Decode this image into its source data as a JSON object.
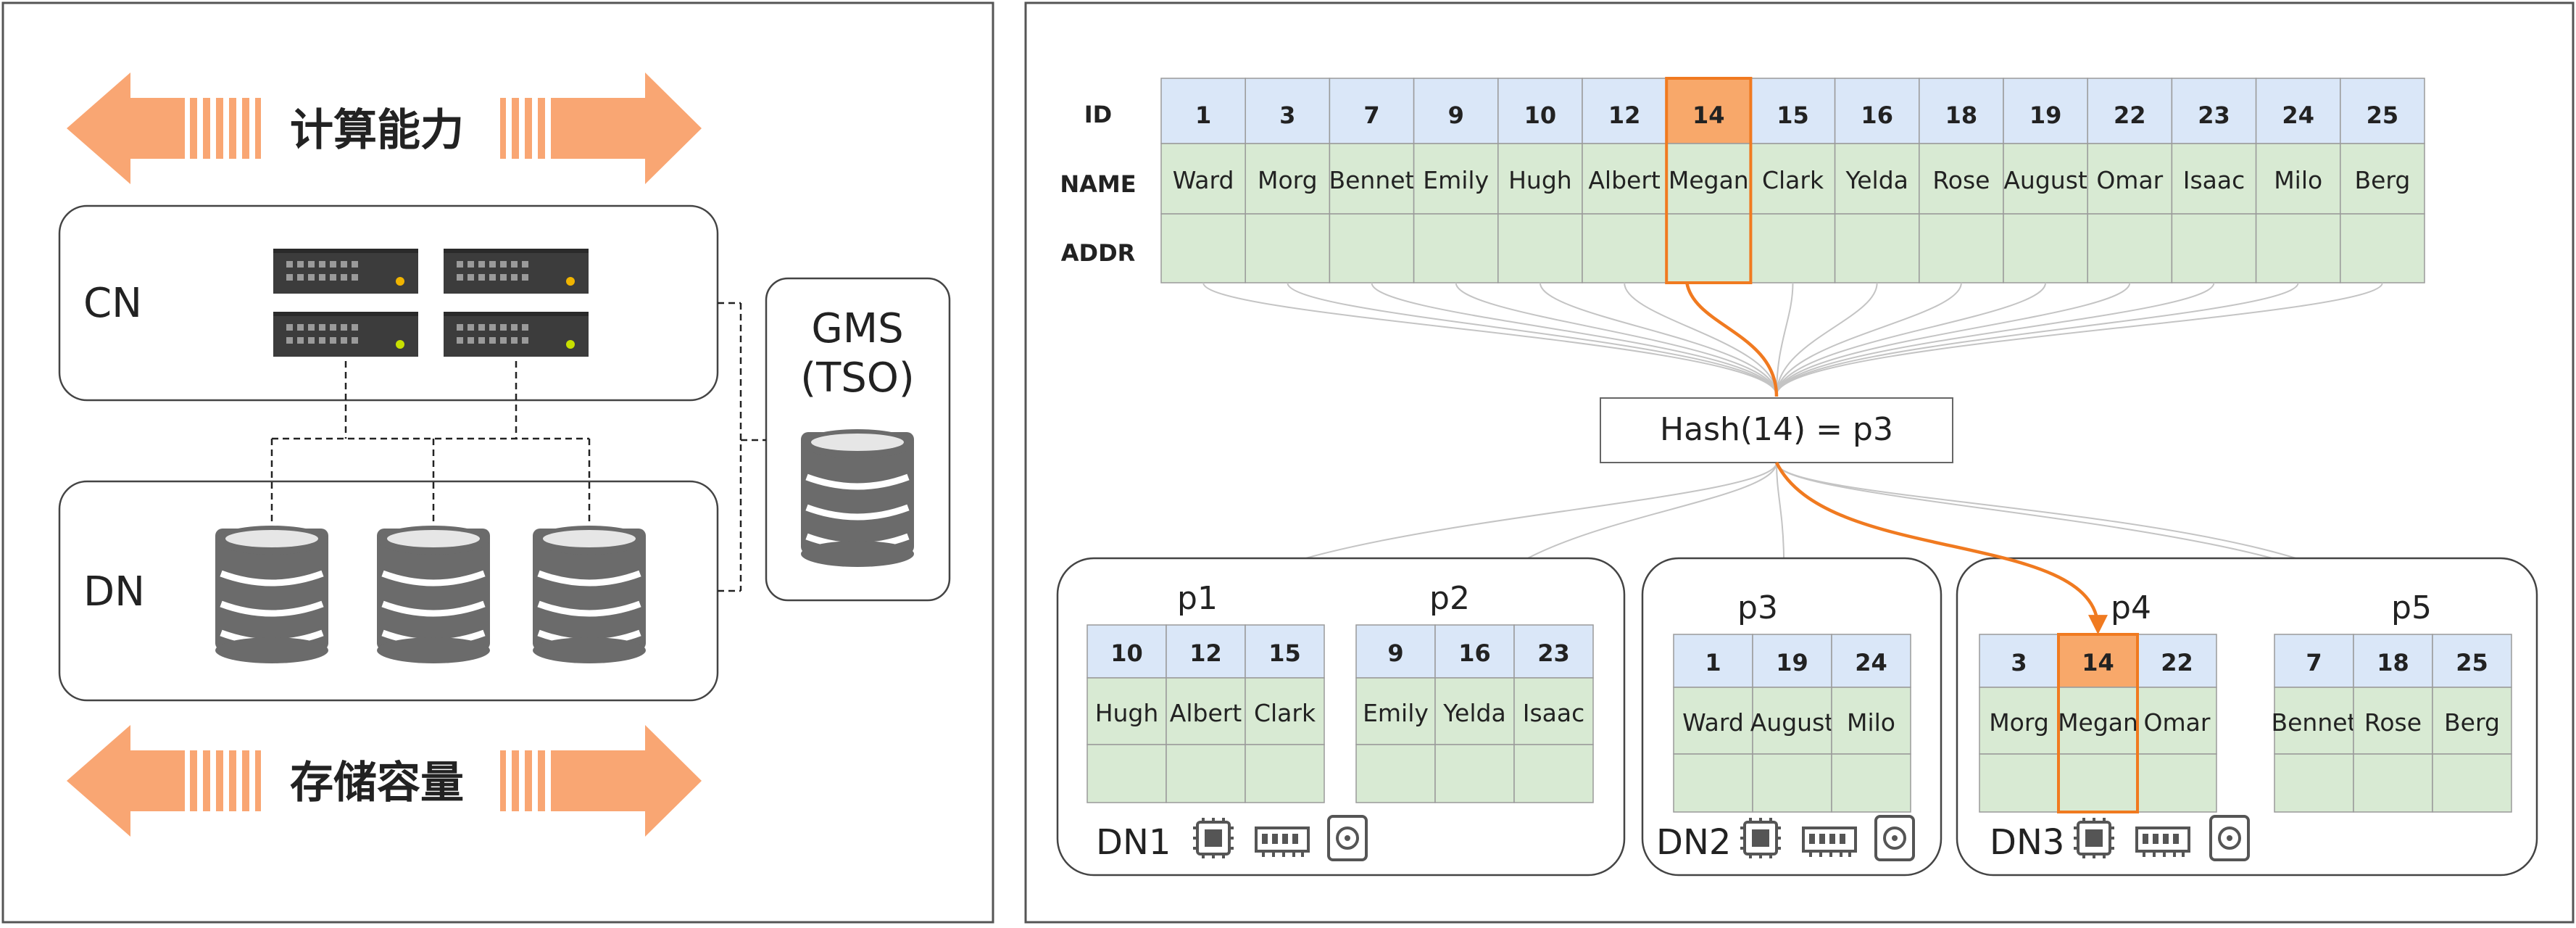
{
  "left_panel": {
    "compute_label": "计算能力",
    "storage_label": "存储容量",
    "cn_label": "CN",
    "dn_label": "DN",
    "gms_line1": "GMS",
    "gms_line2": "(TSO)"
  },
  "table": {
    "row_labels": [
      "ID",
      "NAME",
      "ADDR"
    ],
    "ids": [
      "1",
      "3",
      "7",
      "9",
      "10",
      "12",
      "14",
      "15",
      "16",
      "18",
      "19",
      "22",
      "23",
      "24",
      "25"
    ],
    "names": [
      "Ward",
      "Morg",
      "Bennet",
      "Emily",
      "Hugh",
      "Albert",
      "Megan",
      "Clark",
      "Yelda",
      "Rose",
      "August",
      "Omar",
      "Isaac",
      "Milo",
      "Berg"
    ],
    "highlight_index": 6
  },
  "hash_label": "Hash(14) = p3",
  "partitions": [
    {
      "label": "p1",
      "ids": [
        "10",
        "12",
        "15"
      ],
      "names": [
        "Hugh",
        "Albert",
        "Clark"
      ]
    },
    {
      "label": "p2",
      "ids": [
        "9",
        "16",
        "23"
      ],
      "names": [
        "Emily",
        "Yelda",
        "Isaac"
      ]
    },
    {
      "label": "p3",
      "ids": [
        "1",
        "19",
        "24"
      ],
      "names": [
        "Ward",
        "August",
        "Milo"
      ]
    },
    {
      "label": "p4",
      "ids": [
        "3",
        "14",
        "22"
      ],
      "names": [
        "Morg",
        "Megan",
        "Omar"
      ],
      "highlight": 1
    },
    {
      "label": "p5",
      "ids": [
        "7",
        "18",
        "25"
      ],
      "names": [
        "Bennet",
        "Rose",
        "Berg"
      ]
    }
  ],
  "data_nodes": [
    "DN1",
    "DN2",
    "DN3"
  ],
  "colors": {
    "header_blue": "#dae7f8",
    "body_green": "#d8ead3",
    "highlight_orange": "#f8a86a",
    "orange_stroke": "#f07a20",
    "arrow_orange": "#f9a673",
    "icon_gray": "#666666"
  }
}
